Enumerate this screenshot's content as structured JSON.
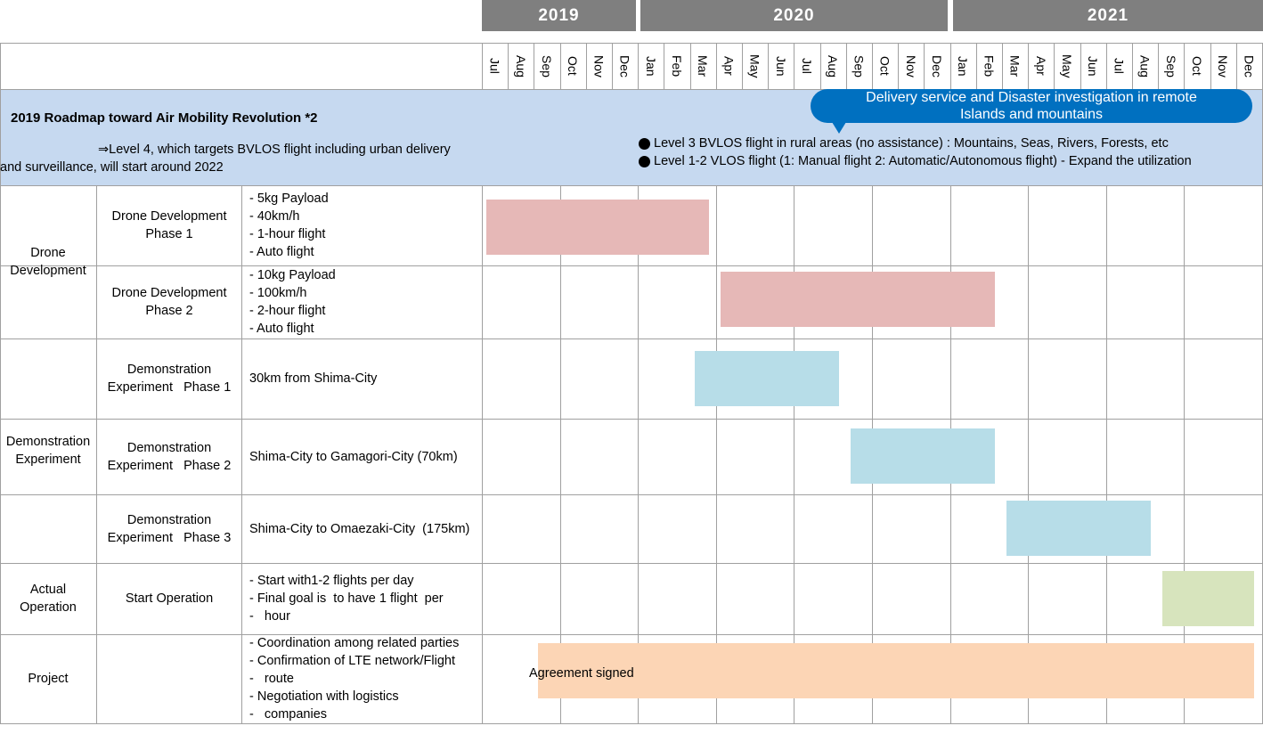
{
  "years": [
    "2019",
    "2020",
    "2021"
  ],
  "months": [
    "Jul",
    "Aug",
    "Sep",
    "Oct",
    "Nov",
    "Dec",
    "Jan",
    "Feb",
    "Mar",
    "Apr",
    "May",
    "Jun",
    "Jul",
    "Aug",
    "Sep",
    "Oct",
    "Nov",
    "Dec",
    "Jan",
    "Feb",
    "Mar",
    "Apr",
    "May",
    "Jun",
    "Jul",
    "Aug",
    "Sep",
    "Oct",
    "Nov",
    "Dec"
  ],
  "header": {
    "title": "2019 Roadmap toward Air Mobility Revolution *2",
    "subtitle_line1": "⇒Level 4, which targets BVLOS flight  including urban delivery",
    "subtitle_line2": "and surveillance, will start around 2022",
    "callout_line1": "Delivery service and Disaster investigation in remote",
    "callout_line2": "Islands and mountains",
    "level3": "Level 3   BVLOS flight in rural areas  (no assistance) : Mountains, Seas, Rivers, Forests, etc",
    "level12": "Level 1-2   VLOS flight (1: Manual flight 2: Automatic/Autonomous flight)  - Expand the utilization"
  },
  "groups": {
    "drone_line1": "Drone",
    "drone_line2": "Development",
    "demo_line1": "Demonstration",
    "demo_line2": "Experiment",
    "actual_line1": "Actual",
    "actual_line2": "Operation",
    "project": "Project"
  },
  "rows": [
    {
      "label_line1": "Drone Development",
      "label_line2": "Phase 1",
      "specs": [
        "- 5kg Payload",
        "- 40km/h",
        "- 1-hour flight",
        "- Auto flight"
      ],
      "start": "2019-Jul",
      "end": "2020-Mar"
    },
    {
      "label_line1": "Drone Development",
      "label_line2": "Phase 2",
      "specs": [
        "- 10kg Payload",
        "- 100km/h",
        "- 2-hour flight",
        "- Auto flight"
      ],
      "start": "2020-Apr",
      "end": "2021-Feb"
    },
    {
      "label_line1": "Demonstration",
      "label_line2": "Experiment   Phase 1",
      "specs": [
        "30km from Shima-City"
      ],
      "start": "2020-Mar",
      "end": "2020-Aug"
    },
    {
      "label_line1": "Demonstration",
      "label_line2": "Experiment   Phase 2",
      "specs": [
        "Shima-City to Gamagori-City (70km)"
      ],
      "start": "2020-Sep",
      "end": "2021-Feb"
    },
    {
      "label_line1": "Demonstration",
      "label_line2": "Experiment   Phase 3",
      "specs": [
        "Shima-City to Omaezaki-City  (175km)"
      ],
      "start": "2021-Mar",
      "end": "2021-Aug"
    },
    {
      "label_line1": "Start Operation",
      "label_line2": "",
      "specs": [
        " Start with1-2 flights per day",
        " Final goal is  to have 1 flight  per",
        "   hour"
      ],
      "start": "2021-Sep",
      "end": "2021-Dec"
    },
    {
      "label_line1": "",
      "label_line2": "",
      "specs": [
        " Coordination among related parties",
        " Confirmation of LTE network/Flight",
        "   route",
        " Negotiation with logistics",
        "   companies"
      ],
      "start": "2019-Sep",
      "end": "2021-Dec",
      "bar_label": "Agreement signed"
    }
  ],
  "colors": {
    "year_bar": "#7f7f7f",
    "header_band": "#c6d9f0",
    "callout": "#0070c0",
    "dev_bar": "#e6b8b7",
    "demo_bar": "#b7dde8",
    "operation_bar": "#d7e4bd",
    "project_bar": "#fcd5b5",
    "grid": "#a0a0a0"
  }
}
